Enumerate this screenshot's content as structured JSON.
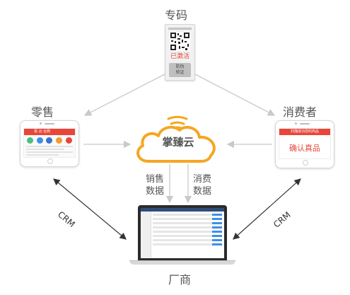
{
  "labels": {
    "code": "专码",
    "retail": "零售",
    "consumer": "消费者",
    "manufacturer": "厂商",
    "cloud": "掌臻云",
    "sales_data_line1": "销售",
    "sales_data_line2": "数据",
    "consume_data_line1": "消费",
    "consume_data_line2": "数据",
    "crm_left": "CRM",
    "crm_right": "CRM"
  },
  "code_tag": {
    "scanned_text": "已激活",
    "verify_line1": "防伪",
    "verify_line2": "验证"
  },
  "consumer_phone": {
    "banner": "扫描成功您的商品",
    "result": "确认真品"
  },
  "retail_phone": {
    "header": "看·云·台购"
  },
  "colors": {
    "accent_red": "#e8463a",
    "cloud_orange": "#f5a623",
    "cloud_text": "#555555",
    "arrow_gray": "#c9c9c9",
    "laptop_body": "#2b2b2b"
  },
  "icons": {
    "retail_app_icons": [
      "green-app-icon",
      "blue-app-icon",
      "blue-app-icon",
      "orange-app-icon",
      "red-app-icon"
    ]
  }
}
